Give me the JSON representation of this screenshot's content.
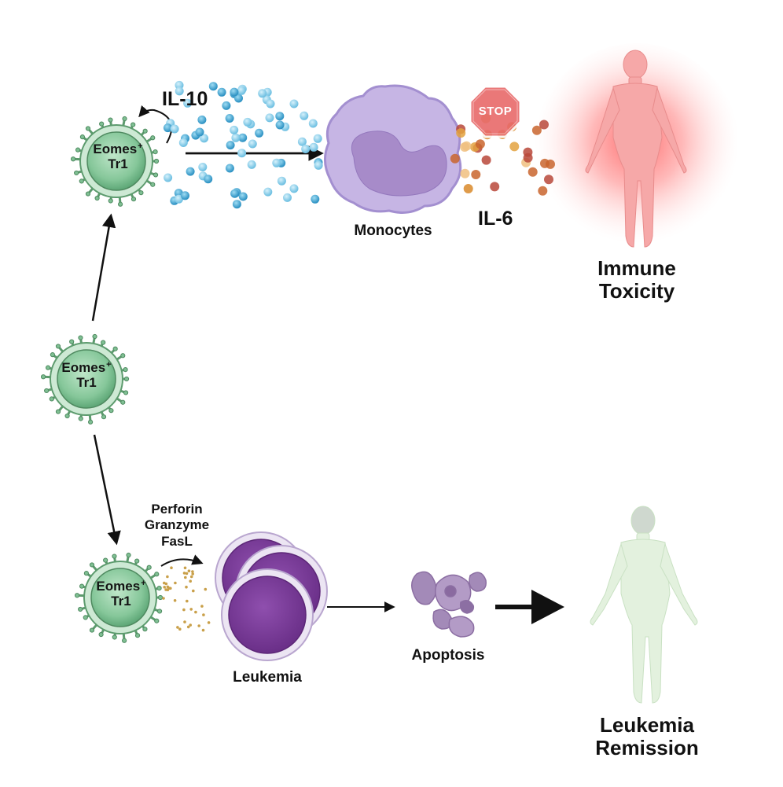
{
  "labels": {
    "cell_top": {
      "name": "Eomes",
      "sup": "+",
      "line2": "Tr1"
    },
    "cell_mid": {
      "name": "Eomes",
      "sup": "+",
      "line2": "Tr1"
    },
    "cell_bottom": {
      "name": "Eomes",
      "sup": "+",
      "line2": "Tr1"
    },
    "il10": "IL-10",
    "il6": "IL-6",
    "stop": "STOP",
    "monocytes": "Monocytes",
    "immune_toxicity": {
      "line1": "Immune",
      "line2": "Toxicity"
    },
    "cytotoxic": {
      "line1": "Perforin",
      "line2": "Granzyme",
      "line3": "FasL"
    },
    "leukemia": "Leukemia",
    "apoptosis": "Apoptosis",
    "leukemia_remission": {
      "line1": "Leukemia",
      "line2": "Remission"
    }
  },
  "colors": {
    "tr1_green": "#7fbf93",
    "il10_blue": "#3b9cc9",
    "monocyte_purple": "#c9b8e6",
    "il6_orange": "#d98a2a",
    "stop_red": "#e05a5a",
    "toxicity_glow": "#ff7a7a",
    "leukemia_purple": "#7d3f9a",
    "granule_gold": "#c9a04a",
    "apoptosis_purple": "#9a7ab0",
    "remission_green": "#d7ecd2"
  }
}
